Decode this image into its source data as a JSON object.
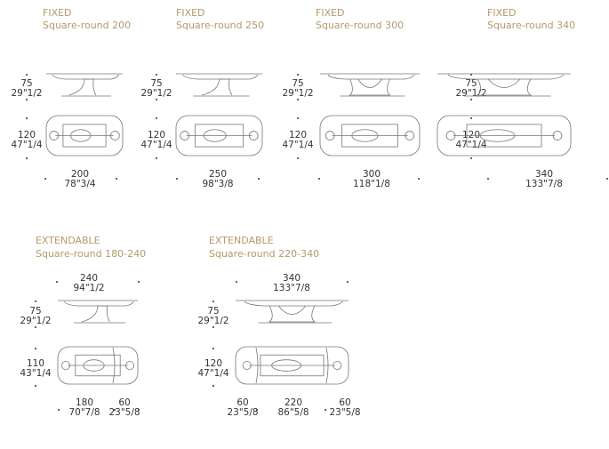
{
  "fixed": [
    {
      "type": "FIXED",
      "name": "Square-round 200",
      "height_cm": "75",
      "height_in": "29\"1/2",
      "depth_cm": "120",
      "depth_in": "47\"1/4",
      "width_cm": "200",
      "width_in": "78\"3/4"
    },
    {
      "type": "FIXED",
      "name": "Square-round 250",
      "height_cm": "75",
      "height_in": "29\"1/2",
      "depth_cm": "120",
      "depth_in": "47\"1/4",
      "width_cm": "250",
      "width_in": "98\"3/8"
    },
    {
      "type": "FIXED",
      "name": "Square-round 300",
      "height_cm": "75",
      "height_in": "29\"1/2",
      "depth_cm": "120",
      "depth_in": "47\"1/4",
      "width_cm": "300",
      "width_in": "118\"1/8"
    },
    {
      "type": "FIXED",
      "name": "Square-round 340",
      "height_cm": "75",
      "height_in": "29\"1/2",
      "depth_cm": "120",
      "depth_in": "47\"1/4",
      "width_cm": "340",
      "width_in": "133\"7/8"
    }
  ],
  "extendable": [
    {
      "type": "EXTENDABLE",
      "name": "Square-round 180-240",
      "max_cm": "240",
      "max_in": "94\"1/2",
      "height_cm": "75",
      "height_in": "29\"1/2",
      "depth_cm": "110",
      "depth_in": "43\"1/4",
      "segments": [
        {
          "cm": "180",
          "in": "70\"7/8"
        },
        {
          "cm": "60",
          "in": "23\"5/8"
        }
      ]
    },
    {
      "type": "EXTENDABLE",
      "name": "Square-round 220-340",
      "max_cm": "340",
      "max_in": "133\"7/8",
      "height_cm": "75",
      "height_in": "29\"1/2",
      "depth_cm": "120",
      "depth_in": "47\"1/4",
      "segments": [
        {
          "cm": "60",
          "in": "23\"5/8"
        },
        {
          "cm": "220",
          "in": "86\"5/8"
        },
        {
          "cm": "60",
          "in": "23\"5/8"
        }
      ]
    }
  ]
}
